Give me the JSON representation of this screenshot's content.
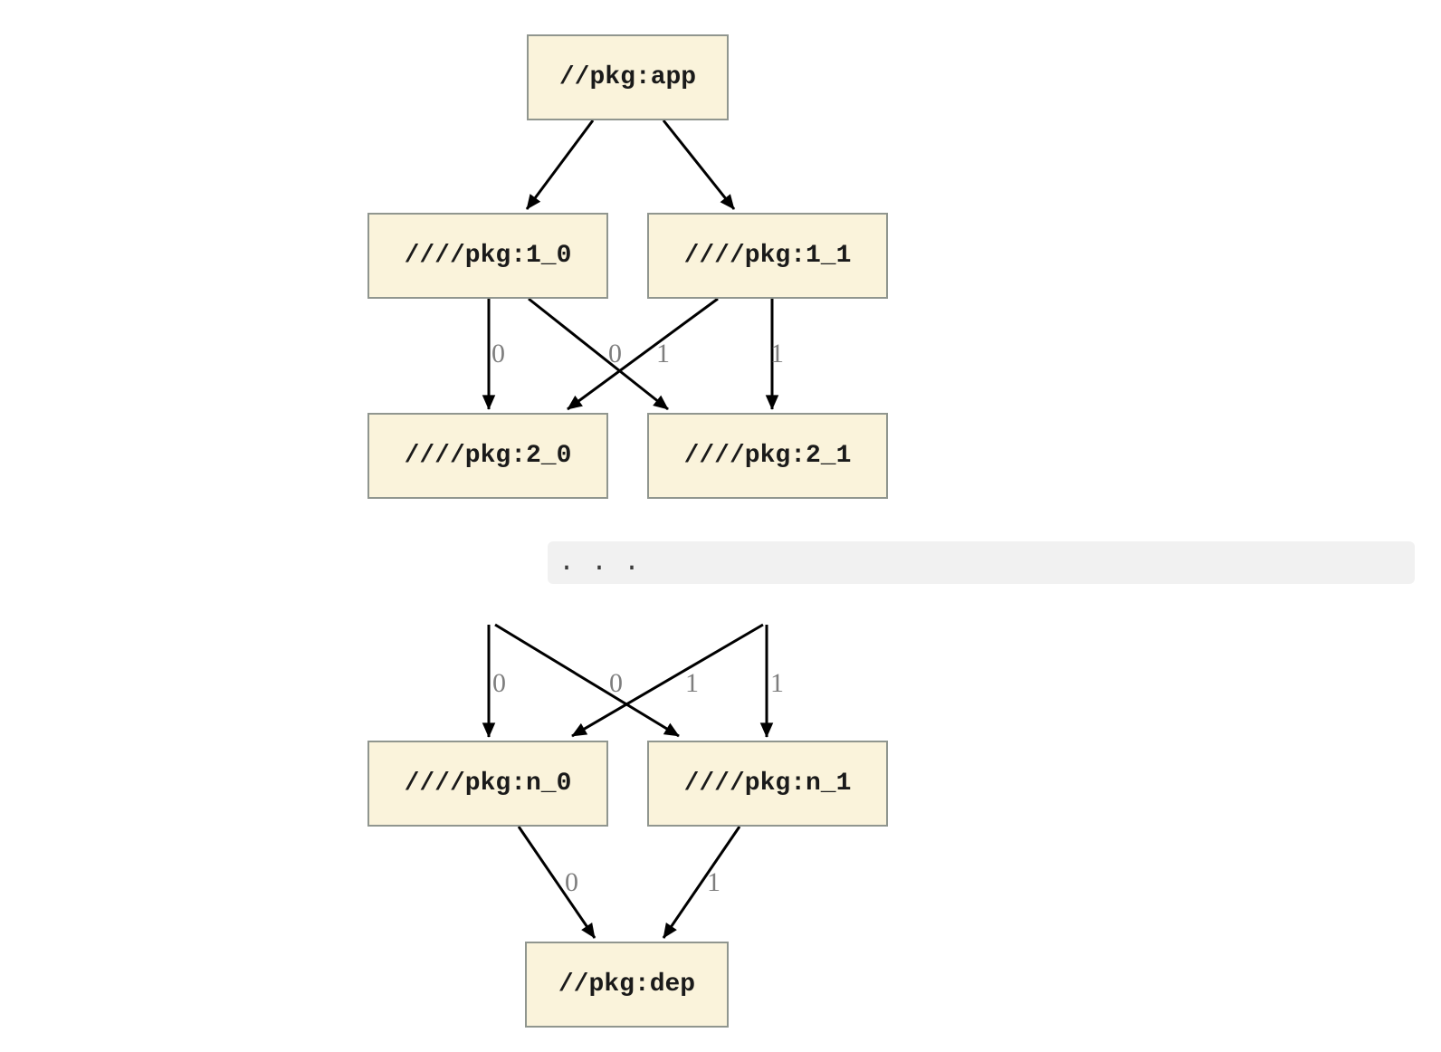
{
  "graph": {
    "nodes": {
      "app": {
        "label": "//pkg:app"
      },
      "v1_0": {
        "label": "////pkg:1_0"
      },
      "v1_1": {
        "label": "////pkg:1_1"
      },
      "v2_0": {
        "label": "////pkg:2_0"
      },
      "v2_1": {
        "label": "////pkg:2_1"
      },
      "vn_0": {
        "label": "////pkg:n_0"
      },
      "vn_1": {
        "label": "////pkg:n_1"
      },
      "dep": {
        "label": "//pkg:dep"
      }
    },
    "edge_labels": {
      "e_1_0_to_2_0": "0",
      "e_1_1_to_2_0": "0",
      "e_1_0_to_2_1": "1",
      "e_1_1_to_2_1": "1",
      "e_prev_left_to_n_0": "0",
      "e_prev_right_to_n_0": "0",
      "e_prev_left_to_n_1": "1",
      "e_prev_right_to_n_1": "1",
      "e_n_0_to_dep": "0",
      "e_n_1_to_dep": "1"
    },
    "ellipsis": ". . ."
  },
  "colors": {
    "node_fill": "#FAF3DB",
    "node_border": "#90968F",
    "edge": "#000000",
    "edge_label": "#7E7E7E",
    "ellipsis_band_bg": "#F1F1F1",
    "background": "#FFFFFF"
  }
}
